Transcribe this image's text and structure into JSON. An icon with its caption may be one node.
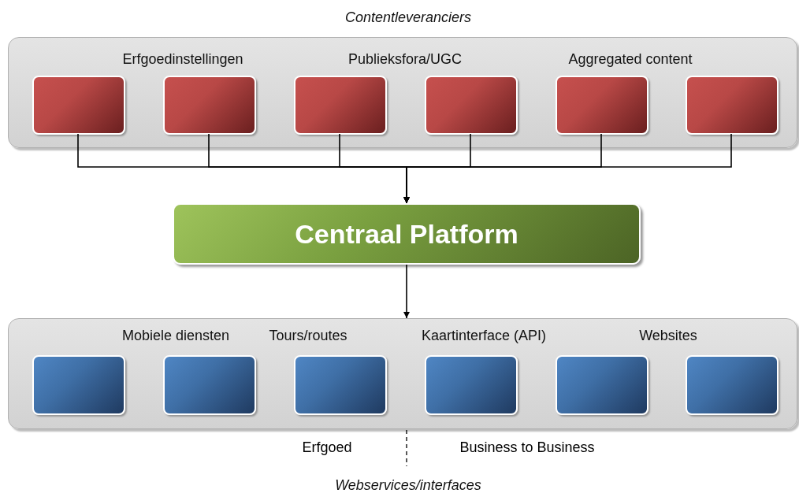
{
  "diagram": {
    "nodes": [
      {
        "text": [
          "Contentleveranciers",
          "Erfgoedinstellingen",
          "Publieksfora/UGC",
          "Aggregated content"
        ]
      },
      {
        "text": [],
        "shape": "box",
        "in": 0
      },
      {
        "text": [],
        "shape": "box",
        "in": 0
      },
      {
        "text": [],
        "shape": "box",
        "in": 0
      },
      {
        "text": [],
        "shape": "box",
        "in": 0
      },
      {
        "text": [],
        "shape": "box",
        "in": 0
      },
      {
        "text": [],
        "shape": "box",
        "in": 0
      },
      {
        "text": [
          "Centraal Platform"
        ]
      },
      {
        "text": [
          "Mobiele diensten",
          "Tours/routes",
          "Kaartinterface (API)",
          "Websites",
          "Webservices/interfaces"
        ]
      },
      {
        "text": [],
        "shape": "box",
        "in": 8
      },
      {
        "text": [],
        "shape": "box",
        "in": 8
      },
      {
        "text": [],
        "shape": "box",
        "in": 8
      },
      {
        "text": [],
        "shape": "box",
        "in": 8
      },
      {
        "text": [],
        "shape": "box",
        "in": 8
      },
      {
        "text": [],
        "shape": "box",
        "in": 8
      }
    ],
    "edges": [
      {
        "from": 1,
        "to": 7,
        "arrow": "to"
      },
      {
        "from": 2,
        "to": 7,
        "arrow": "to"
      },
      {
        "from": 3,
        "to": 7,
        "arrow": "to"
      },
      {
        "from": 4,
        "to": 7,
        "arrow": "to"
      },
      {
        "from": 5,
        "to": 7,
        "arrow": "to"
      },
      {
        "from": 6,
        "to": 7,
        "arrow": "to"
      },
      {
        "from": 7,
        "to": 8,
        "arrow": "to"
      }
    ],
    "labels": [
      "Erfgoed",
      "Business to Business"
    ]
  }
}
